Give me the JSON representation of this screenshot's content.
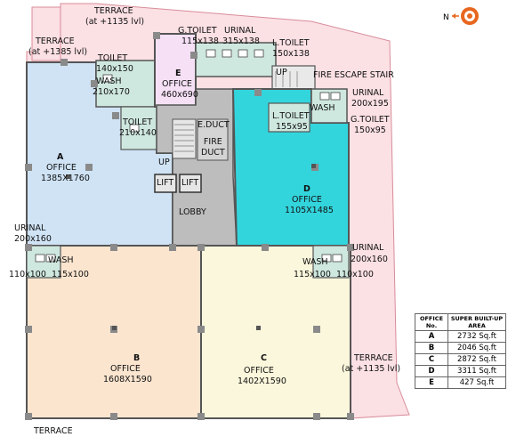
{
  "labels": {
    "terrace_top": "TERRACE",
    "terrace_top_lvl": "(at +1135 lvl)",
    "terrace_left": "TERRACE",
    "terrace_left_lvl": "(at +1385 lvl)",
    "terrace_right": "TERRACE",
    "terrace_right_lvl": "(at +1135 lvl)",
    "terrace_bottom": "TERRACE",
    "compass_n": "N",
    "g_toilet_name": "G.TOILET",
    "g_toilet_size": "115x138",
    "urinal_top_name": "URINAL",
    "urinal_top_size": "315x138",
    "l_toilet_top_name": "L.TOILET",
    "l_toilet_top_size": "150x138",
    "up_top": "UP",
    "fire_escape": "FIRE ESCAPE STAIR",
    "toilet_a_name": "TOILET",
    "toilet_a_size": "140x150",
    "wash_a_name": "WASH",
    "wash_a_size": "210x170",
    "toilet_a2_name": "TOILET",
    "toilet_a2_size": "210x140",
    "e_letter": "E",
    "e_office": "OFFICE",
    "e_size": "460x690",
    "e_duct": "E.DUCT",
    "fire_duct": "FIRE\nDUCT",
    "up_mid": "UP",
    "lift1": "LIFT",
    "lift2": "LIFT",
    "lobby": "LOBBY",
    "a_letter": "A",
    "a_office": "OFFICE",
    "a_size": "1385X1760",
    "d_letter": "D",
    "d_office": "OFFICE",
    "d_size": "1105X1485",
    "d_ltoilet_name": "L.TOILET",
    "d_ltoilet_size": "155x95",
    "d_wash": "WASH",
    "d_urinal_name": "URINAL",
    "d_urinal_size": "200x195",
    "d_gtoilet_name": "G.TOILET",
    "d_gtoilet_size": "150x95",
    "urinal_left_name": "URINAL",
    "urinal_left_size": "200x160",
    "wash_left": "WASH",
    "wash_left_s1": "110x100",
    "wash_left_s2": "115x100",
    "urinal_right_name": "URINAL",
    "urinal_right_size": "200x160",
    "wash_right": "WASH",
    "wash_right_s1": "115x100",
    "wash_right_s2": "110x100",
    "b_letter": "B",
    "b_office": "OFFICE",
    "b_size": "1608X1590",
    "c_letter": "C",
    "c_office": "OFFICE",
    "c_size": "1402X1590"
  },
  "legend": {
    "header_office": "OFFICE No.",
    "header_area": "SUPER BUILT-UP AREA",
    "rows": [
      {
        "office": "A",
        "area": "2732 Sq.ft"
      },
      {
        "office": "B",
        "area": "2046 Sq.ft"
      },
      {
        "office": "C",
        "area": "2872 Sq.ft"
      },
      {
        "office": "D",
        "area": "3311 Sq.ft"
      },
      {
        "office": "E",
        "area": "427 Sq.ft"
      }
    ]
  },
  "colors": {
    "terrace": "#fbe0e4",
    "office_a": "#cfe3f5",
    "office_b": "#fbe5cf",
    "office_c": "#fbf7dc",
    "office_d": "#33d5dd",
    "office_e": "#f5e0f5",
    "core": "#bdbdbd",
    "toilet": "#cfe8df",
    "wall": "#555555",
    "compass": "#e8661e"
  }
}
